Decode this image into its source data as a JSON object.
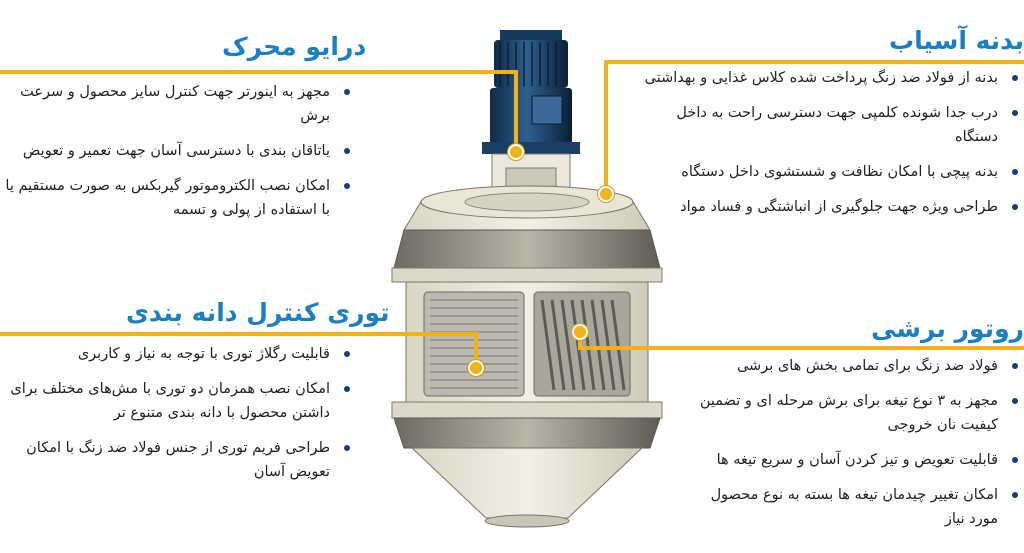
{
  "sections": {
    "drive": {
      "title": "درایو محرک",
      "items": [
        "مجهز به اینورتر جهت کنترل سایز  محصول و سرعت برش",
        "یاتاقان بندی با دسترسی آسان جهت تعمیر و تعویض",
        "امکان نصب الکتروموتور گیربکس به صورت مستقیم یا با استفاده از پولی و تسمه"
      ]
    },
    "body": {
      "title": "بدنه آسیاب",
      "items": [
        "بدنه از فولاد ضد زنگ پرداخت شده کلاس غذایی و بهداشتی",
        "درب جدا شونده کلمپی جهت دسترسی راحت به داخل دستگاه",
        "بدنه پیچی با امکان نظافت و شستشوی داخل دستگاه",
        "طراحی ویژه جهت جلوگیری از انباشتگی و فساد مواد"
      ]
    },
    "screen": {
      "title": "توری کنترل دانه بندی",
      "items": [
        "قابلیت رگلاژ توری با توجه به نیاز و کاربری",
        "امکان نصب همزمان دو توری با مش‌های مختلف برای داشتن محصول با دانه بندی متنوع تر",
        "طراحی فریم توری از جنس فولاد ضد زنگ با امکان تعویض آسان"
      ]
    },
    "rotor": {
      "title": "روتور برشی",
      "items": [
        "فولاد ضد زنگ برای تمامی بخش های برشی",
        "مجهز به ۳ نوع تیغه برای برش مرحله ای و تضمین کیفیت نان خروجی",
        "قابلیت تعویض و تیز کردن آسان و سریع تیغه ها",
        "امکان تغییر چیدمان تیغه ها بسته به نوع محصول مورد نیاز"
      ]
    }
  }
}
